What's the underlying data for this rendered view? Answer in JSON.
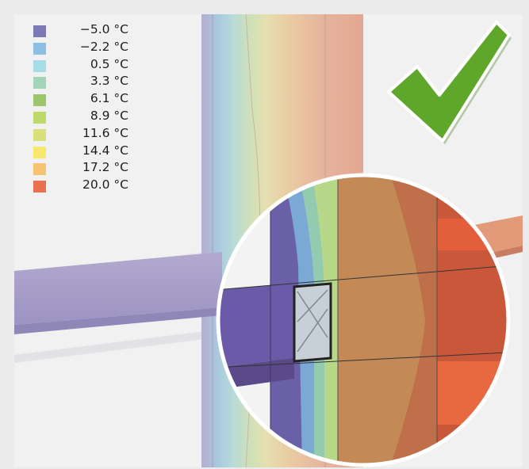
{
  "legend": {
    "items": [
      {
        "label": "−5.0 °C",
        "color": "#7d79b6"
      },
      {
        "label": "−2.2 °C",
        "color": "#8cbfe3"
      },
      {
        "label": "0.5 °C",
        "color": "#a7dde6"
      },
      {
        "label": "3.3 °C",
        "color": "#a3d3b9"
      },
      {
        "label": "6.1 °C",
        "color": "#9dc66b"
      },
      {
        "label": "8.9 °C",
        "color": "#bcd96a"
      },
      {
        "label": "11.6 °C",
        "color": "#d9df7b"
      },
      {
        "label": "14.4 °C",
        "color": "#f7e86f"
      },
      {
        "label": "17.2 °C",
        "color": "#f6c470"
      },
      {
        "label": "20.0 °C",
        "color": "#ea7150"
      }
    ]
  },
  "status": {
    "icon": "checkmark-icon",
    "color": "#5ea72a"
  }
}
